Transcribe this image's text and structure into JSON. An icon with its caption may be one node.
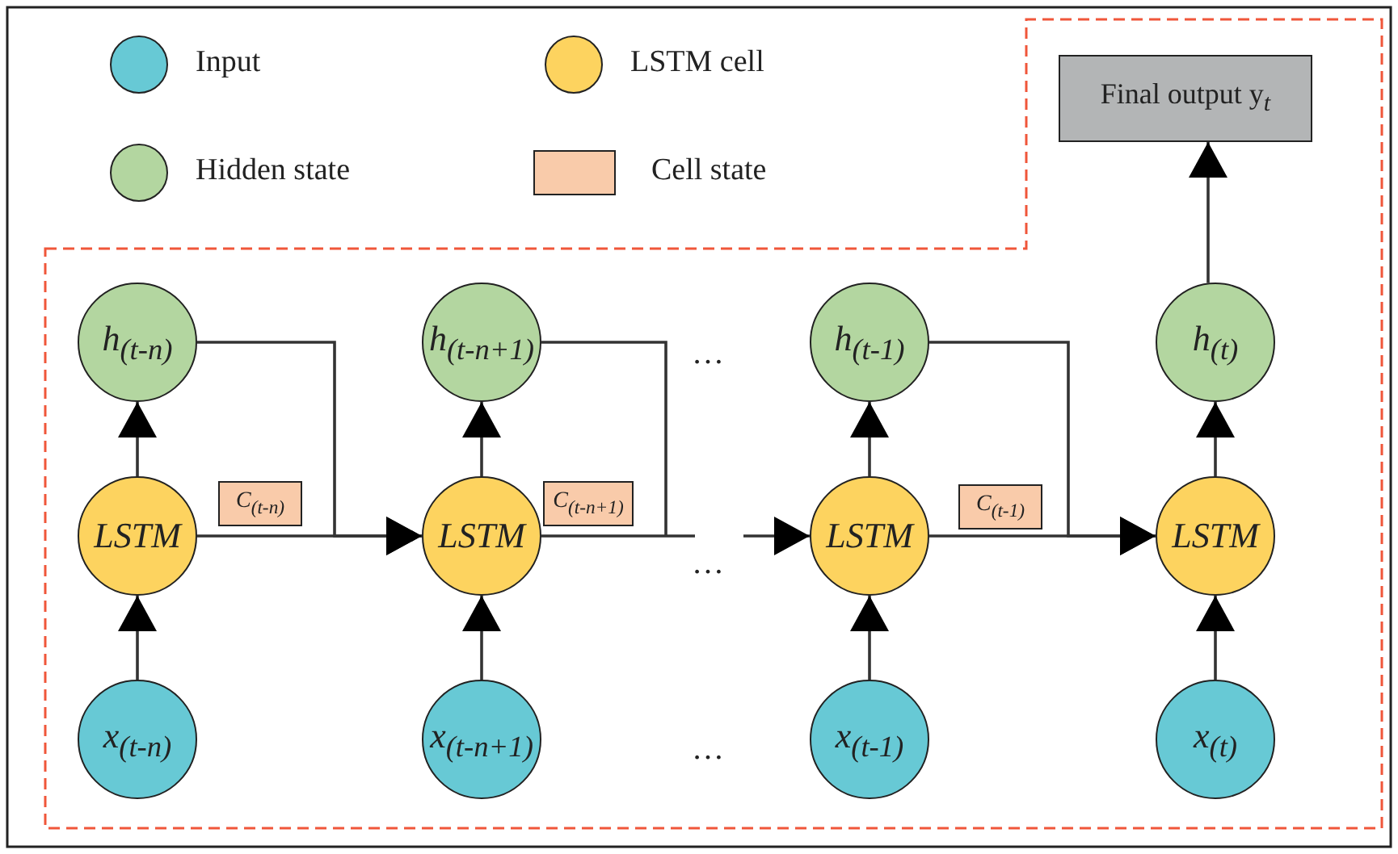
{
  "diagram": {
    "nodes": [
      {
        "text": [
          "Final output y$_{t}$"
        ]
      },
      {
        "text": [
          "*h*$_{(t-n)}$"
        ]
      },
      {
        "text": [
          "*h*$_{(t-n+1)}$"
        ]
      },
      {
        "text": [
          "*h*$_{(t-1)}$"
        ]
      },
      {
        "text": [
          "*h*$_{(t)}$"
        ]
      },
      {
        "text": [
          "LSTM"
        ]
      },
      {
        "text": [
          "*C*$_{(t-n)}$"
        ]
      },
      {
        "text": [
          "LSTM"
        ]
      },
      {
        "text": [
          "*C*$_{(t-n+1)}$"
        ]
      },
      {
        "text": [
          "LSTM"
        ]
      },
      {
        "text": [
          "*C*$_{(t-1)}$"
        ]
      },
      {
        "text": [
          "LSTM"
        ]
      },
      {
        "text": [
          "*x*$_{(t-n)}$"
        ]
      },
      {
        "text": [
          "*x*$_{(t-n+1)}$"
        ]
      },
      {
        "text": [
          "*x*$_{(t-1)}$"
        ]
      },
      {
        "text": [
          "*x*$_{(t)}$"
        ]
      }
    ],
    "edges": [
      {
        "from": 12,
        "to": 5,
        "arrow": "to"
      },
      {
        "from": 13,
        "to": 7,
        "arrow": "to"
      },
      {
        "from": 14,
        "to": 9,
        "arrow": "to"
      },
      {
        "from": 15,
        "to": 11,
        "arrow": "to"
      },
      {
        "from": 5,
        "to": 1,
        "arrow": "to"
      },
      {
        "from": 7,
        "to": 2,
        "arrow": "to"
      },
      {
        "from": 9,
        "to": 3,
        "arrow": "to"
      },
      {
        "from": 11,
        "to": 4,
        "arrow": "to"
      },
      {
        "from": 4,
        "to": 0,
        "arrow": "to"
      },
      {
        "from": 5,
        "to": 7,
        "arrow": "to"
      },
      {
        "from": 1,
        "to": 7,
        "arrow": "to"
      },
      {
        "from": 7,
        "to": null,
        "arrow": "none"
      },
      {
        "from": 2,
        "to": null,
        "arrow": "none"
      },
      {
        "from": null,
        "to": 9,
        "arrow": "to"
      },
      {
        "from": 9,
        "to": 11,
        "arrow": "to"
      },
      {
        "from": 3,
        "to": 11,
        "arrow": "to"
      }
    ],
    "labels": [
      "…",
      "…",
      "…"
    ],
    "legend": [
      {
        "text": "Input",
        "color": "#67c9d5"
      },
      {
        "text": "LSTM cell",
        "color": "#fdd35f"
      },
      {
        "text": "Hidden state",
        "color": "#b3d6a0"
      },
      {
        "text": "Cell state",
        "color": "#f9cbaa"
      }
    ]
  }
}
